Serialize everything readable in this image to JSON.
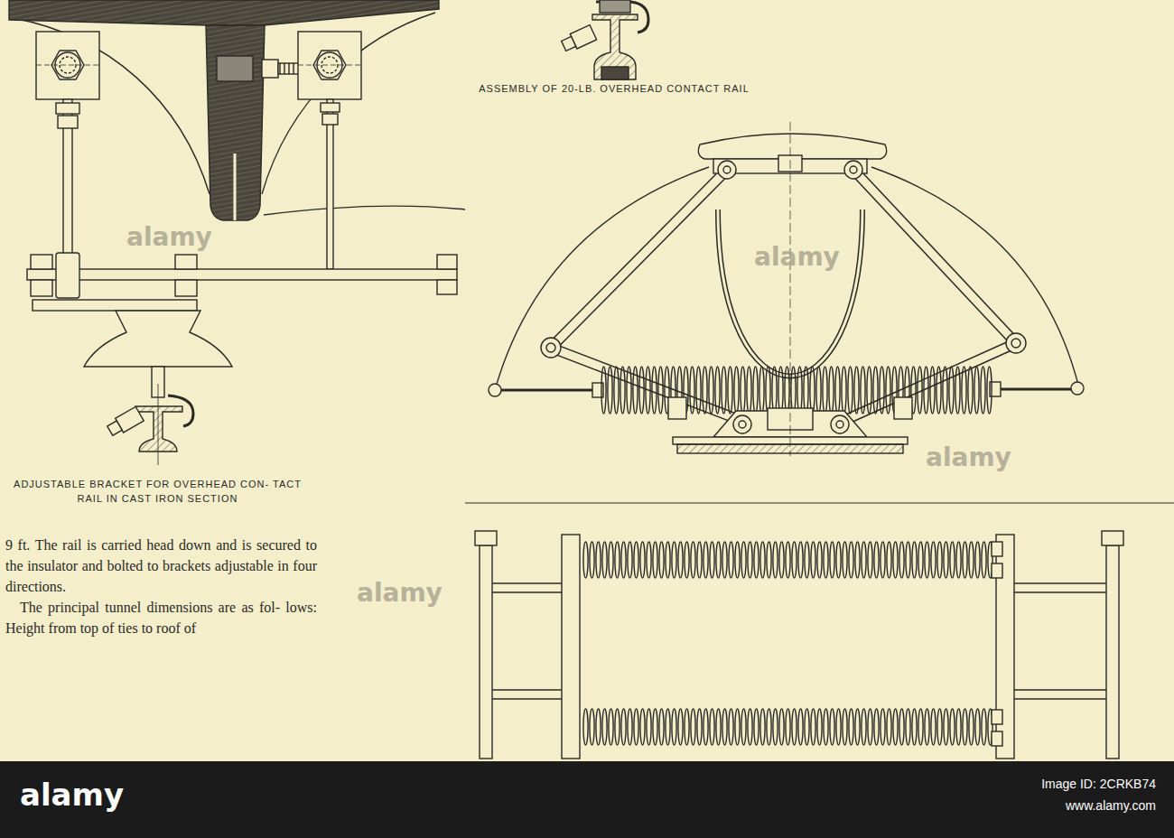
{
  "diagram": {
    "labels": [
      "ASSEMBLY OF 20-LB. OVERHEAD CONTACT RAIL",
      "ADJUSTABLE BRACKET FOR OVERHEAD CON- TACT RAIL IN CAST IRON SECTION",
      "9 ft. The rail is carried head down and is secured to the insulator and bolted to brackets adjustable in four directions.",
      "The principal tunnel dimensions are as fol- lows: Height from top of ties to roof of",
      "alamy",
      "alamy",
      "alamy",
      "alamy",
      "alamy",
      "Image ID: 2CRKB74",
      "www.alamy.com"
    ]
  }
}
